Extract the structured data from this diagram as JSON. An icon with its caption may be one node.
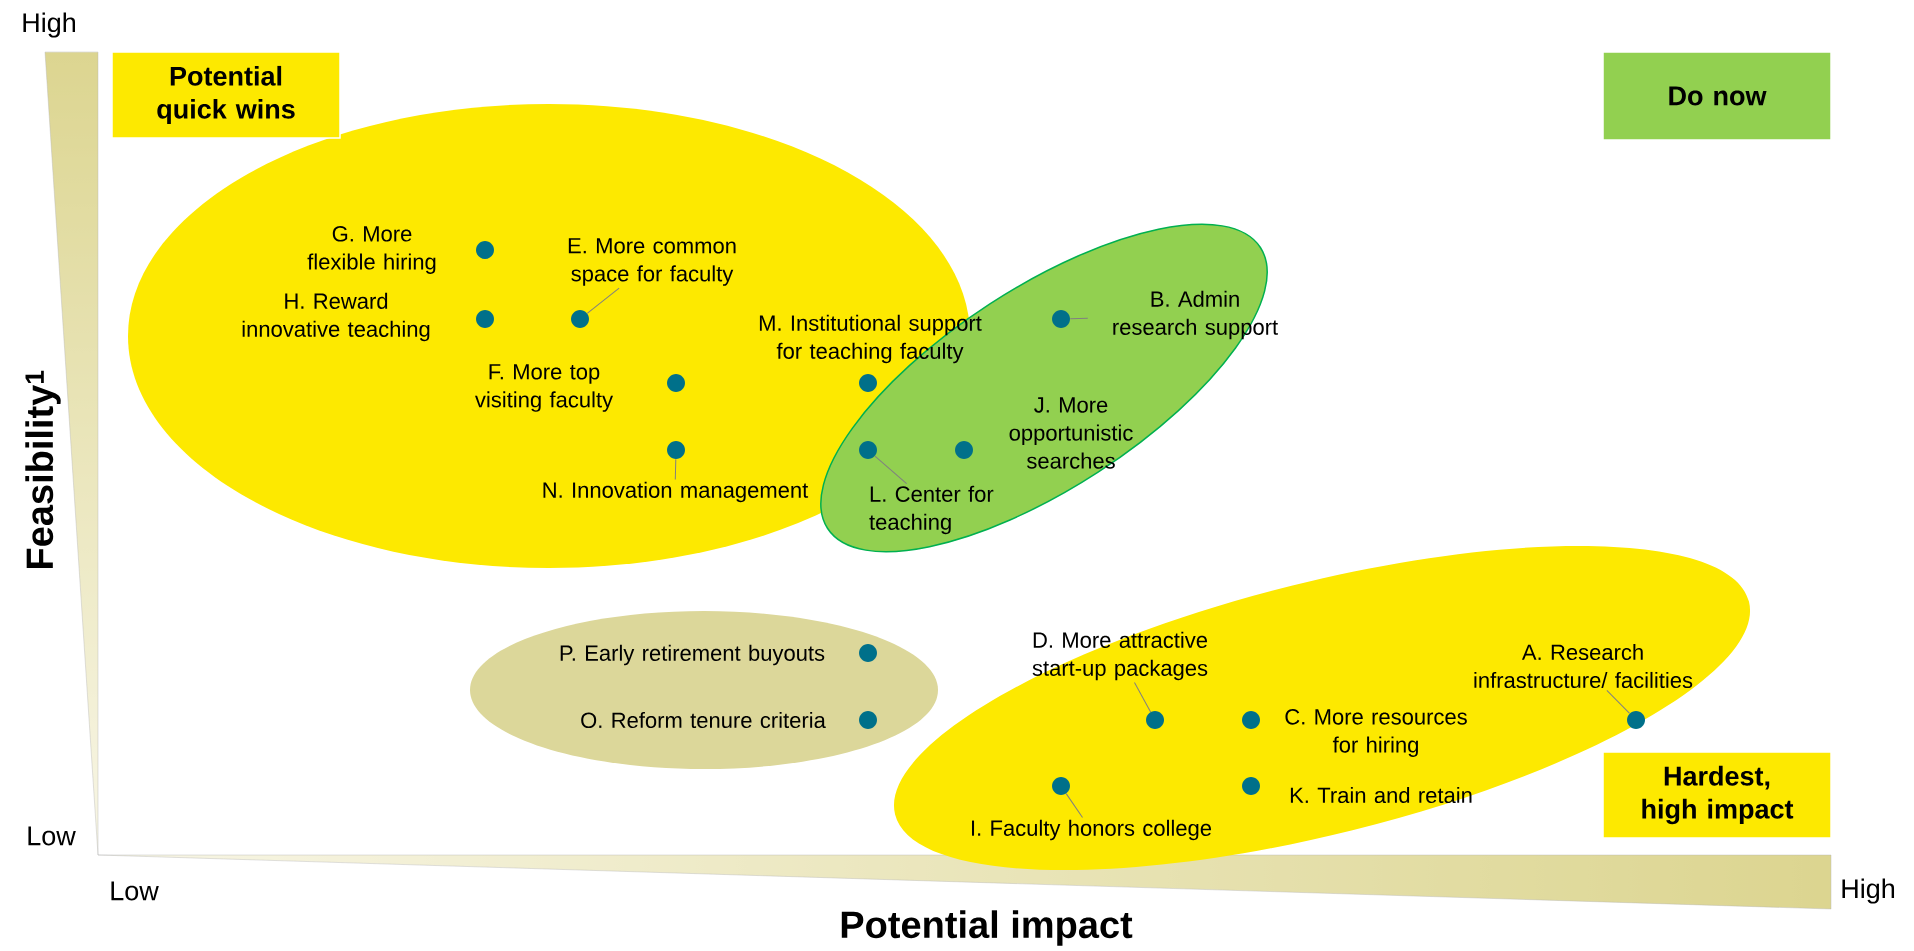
{
  "diagram": {
    "nodes": [
      {
        "text": [
          "Potential quick wins"
        ]
      },
      {
        "text": [
          "Do now"
        ]
      },
      {
        "text": [
          "Hardest, high impact"
        ]
      },
      {
        "text": [
          "G. More flexible hiring"
        ]
      },
      {
        "text": [],
        "shape": "circle"
      },
      {
        "text": [
          "E. More common space for faculty"
        ]
      },
      {
        "text": [],
        "shape": "circle"
      },
      {
        "text": [
          "H. Reward innovative teaching"
        ]
      },
      {
        "text": [],
        "shape": "circle"
      },
      {
        "text": [
          "M. Institutional support for teaching faculty"
        ]
      },
      {
        "text": [],
        "shape": "circle"
      },
      {
        "text": [
          "B. Admin research support"
        ]
      },
      {
        "text": [],
        "shape": "circle"
      },
      {
        "text": [
          "F. More top visiting faculty"
        ]
      },
      {
        "text": [],
        "shape": "circle"
      },
      {
        "text": [
          "J. More opportunistic searches"
        ]
      },
      {
        "text": [],
        "shape": "circle"
      },
      {
        "text": [
          "N. Innovation management"
        ]
      },
      {
        "text": [],
        "shape": "circle"
      },
      {
        "text": [
          "L. Center for teaching"
        ]
      },
      {
        "text": [],
        "shape": "circle"
      },
      {
        "text": [
          "P. Early retirement buyouts"
        ]
      },
      {
        "text": [],
        "shape": "circle"
      },
      {
        "text": [
          "D. More attractive start-up packages"
        ]
      },
      {
        "text": [],
        "shape": "circle"
      },
      {
        "text": [
          "A. Research infrastructure/ facilities"
        ]
      },
      {
        "text": [],
        "shape": "circle"
      },
      {
        "text": [
          "O. Reform tenure criteria"
        ]
      },
      {
        "text": [],
        "shape": "circle"
      },
      {
        "text": [
          "C. More resources for hiring"
        ]
      },
      {
        "text": [],
        "shape": "circle"
      },
      {
        "text": [
          "I. Faculty honors college"
        ]
      },
      {
        "text": [],
        "shape": "circle"
      },
      {
        "text": [
          "K. Train and retain"
        ]
      },
      {
        "text": [],
        "shape": "circle"
      }
    ],
    "edges": [
      {
        "from": 5,
        "to": 6,
        "arrow": "none"
      },
      {
        "from": 11,
        "to": 12,
        "arrow": "none"
      },
      {
        "from": 17,
        "to": 18,
        "arrow": "none"
      },
      {
        "from": 19,
        "to": 20,
        "arrow": "none"
      },
      {
        "from": 23,
        "to": 24,
        "arrow": "none"
      },
      {
        "from": 25,
        "to": 26,
        "arrow": "none"
      },
      {
        "from": 31,
        "to": 32,
        "arrow": "none"
      }
    ],
    "labels": [
      "High",
      "Feasibility$^{1}$",
      "Low",
      "Low",
      "High",
      "Potential impact"
    ]
  }
}
